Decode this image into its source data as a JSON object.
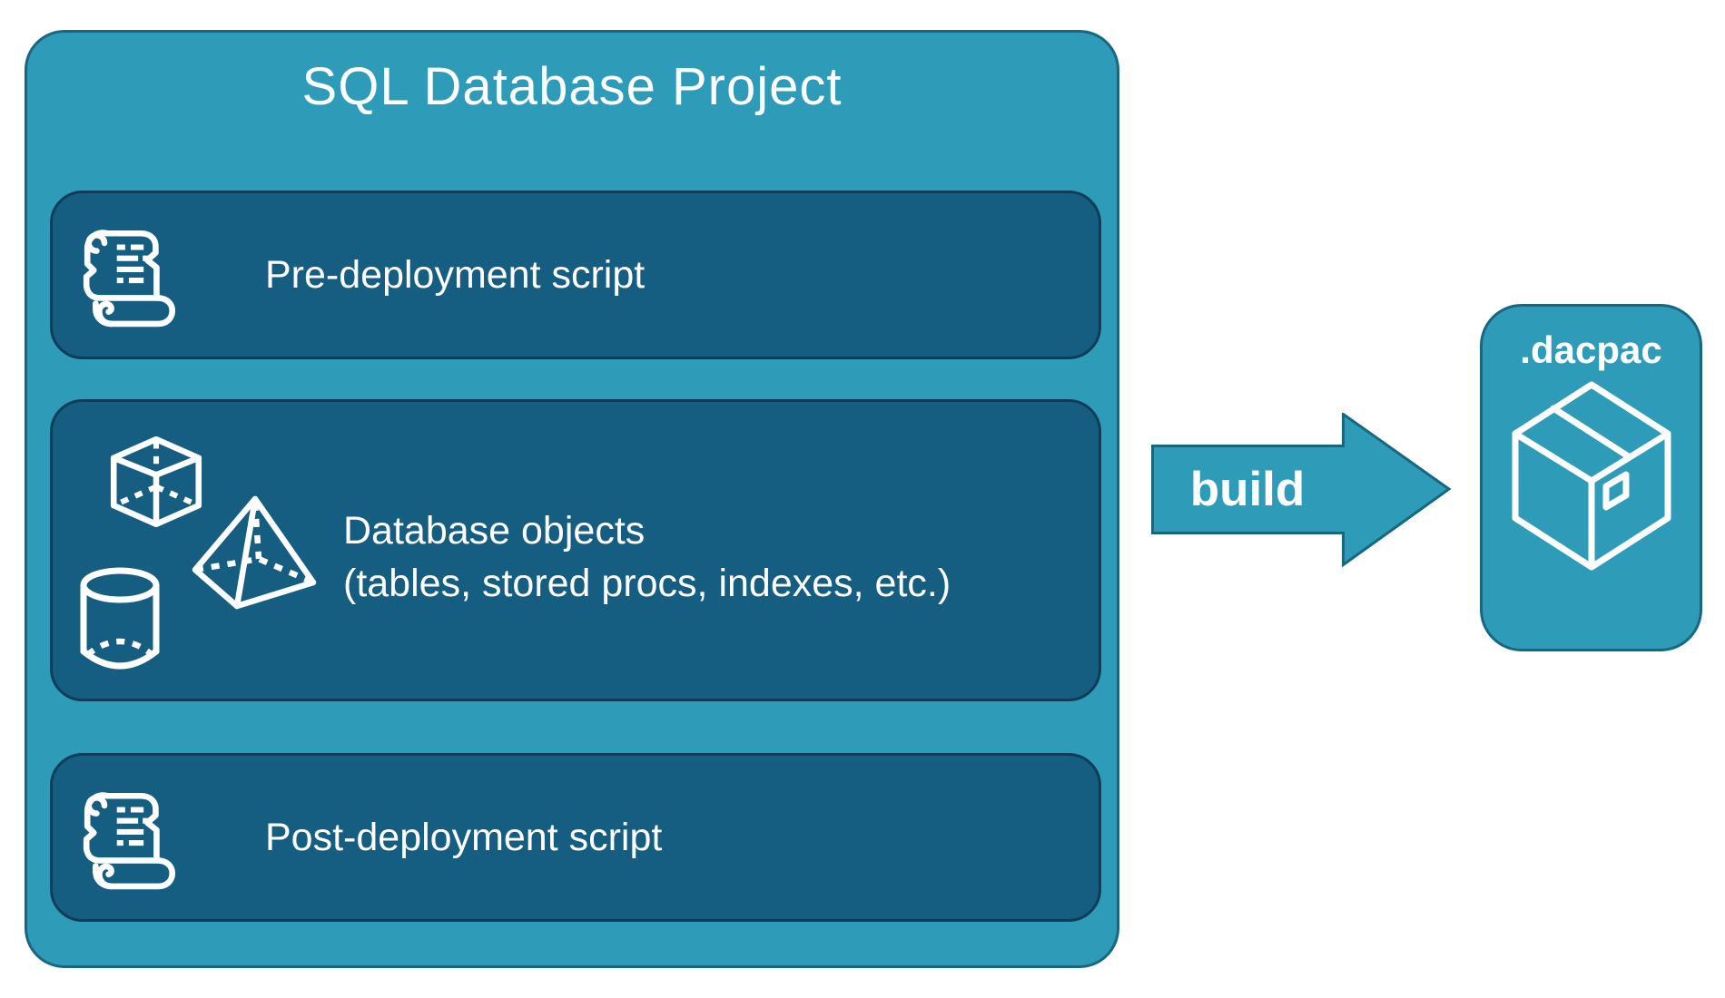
{
  "colors": {
    "teal": "#2E9BB8",
    "teal_border": "#17677F",
    "navy": "#155E81",
    "navy_border": "#0E3D59",
    "text": "#FFFFFF",
    "background": "#FFFFFF"
  },
  "project": {
    "title": "SQL Database Project",
    "items": [
      {
        "label": "Pre-deployment script",
        "icon": "scroll-icon"
      },
      {
        "label_line1": "Database objects",
        "label_line2": "(tables, stored procs, indexes, etc.)",
        "icon": "3d-shapes-icon"
      },
      {
        "label": "Post-deployment script",
        "icon": "scroll-icon"
      }
    ]
  },
  "arrow": {
    "label": "build"
  },
  "output": {
    "title": ".dacpac",
    "icon": "package-box-icon"
  }
}
